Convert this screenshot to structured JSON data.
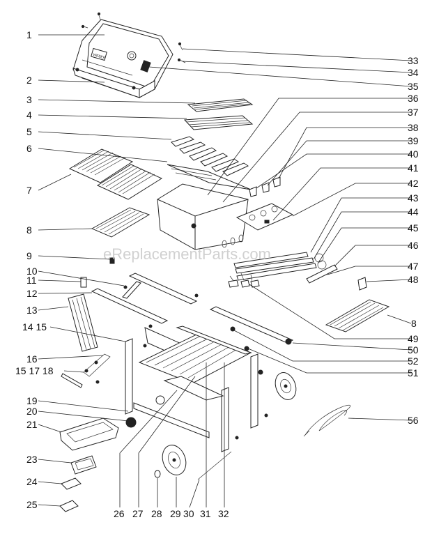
{
  "watermark": "eReplacementParts.com",
  "brand_plate": "WEBER",
  "labels_left": [
    {
      "id": "1",
      "text": "1"
    },
    {
      "id": "2",
      "text": "2"
    },
    {
      "id": "3",
      "text": "3"
    },
    {
      "id": "4",
      "text": "4"
    },
    {
      "id": "5",
      "text": "5"
    },
    {
      "id": "6",
      "text": "6"
    },
    {
      "id": "7",
      "text": "7"
    },
    {
      "id": "8",
      "text": "8"
    },
    {
      "id": "9",
      "text": "9"
    },
    {
      "id": "10",
      "text": "10"
    },
    {
      "id": "11",
      "text": "11"
    },
    {
      "id": "12",
      "text": "12"
    },
    {
      "id": "13",
      "text": "13"
    },
    {
      "id": "14-15",
      "text": "14 15"
    },
    {
      "id": "16",
      "text": "16"
    },
    {
      "id": "15-17-18",
      "text": "15 17 18"
    },
    {
      "id": "19",
      "text": "19"
    },
    {
      "id": "20",
      "text": "20"
    },
    {
      "id": "21",
      "text": "21"
    },
    {
      "id": "23",
      "text": "23"
    },
    {
      "id": "24",
      "text": "24"
    },
    {
      "id": "25",
      "text": "25"
    }
  ],
  "labels_right": [
    {
      "id": "33",
      "text": "33"
    },
    {
      "id": "34",
      "text": "34"
    },
    {
      "id": "35",
      "text": "35"
    },
    {
      "id": "36",
      "text": "36"
    },
    {
      "id": "37",
      "text": "37"
    },
    {
      "id": "38",
      "text": "38"
    },
    {
      "id": "39",
      "text": "39"
    },
    {
      "id": "40",
      "text": "40"
    },
    {
      "id": "41",
      "text": "41"
    },
    {
      "id": "42",
      "text": "42"
    },
    {
      "id": "43",
      "text": "43"
    },
    {
      "id": "44",
      "text": "44"
    },
    {
      "id": "45",
      "text": "45"
    },
    {
      "id": "46",
      "text": "46"
    },
    {
      "id": "47",
      "text": "47"
    },
    {
      "id": "48",
      "text": "48"
    },
    {
      "id": "8b",
      "text": "8"
    },
    {
      "id": "49",
      "text": "49"
    },
    {
      "id": "50",
      "text": "50"
    },
    {
      "id": "52",
      "text": "52"
    },
    {
      "id": "51",
      "text": "51"
    },
    {
      "id": "56",
      "text": "56"
    }
  ],
  "labels_bottom": [
    {
      "id": "26",
      "text": "26"
    },
    {
      "id": "27",
      "text": "27"
    },
    {
      "id": "28",
      "text": "28"
    },
    {
      "id": "29",
      "text": "29"
    },
    {
      "id": "30",
      "text": "30"
    },
    {
      "id": "31",
      "text": "31"
    },
    {
      "id": "32",
      "text": "32"
    }
  ]
}
